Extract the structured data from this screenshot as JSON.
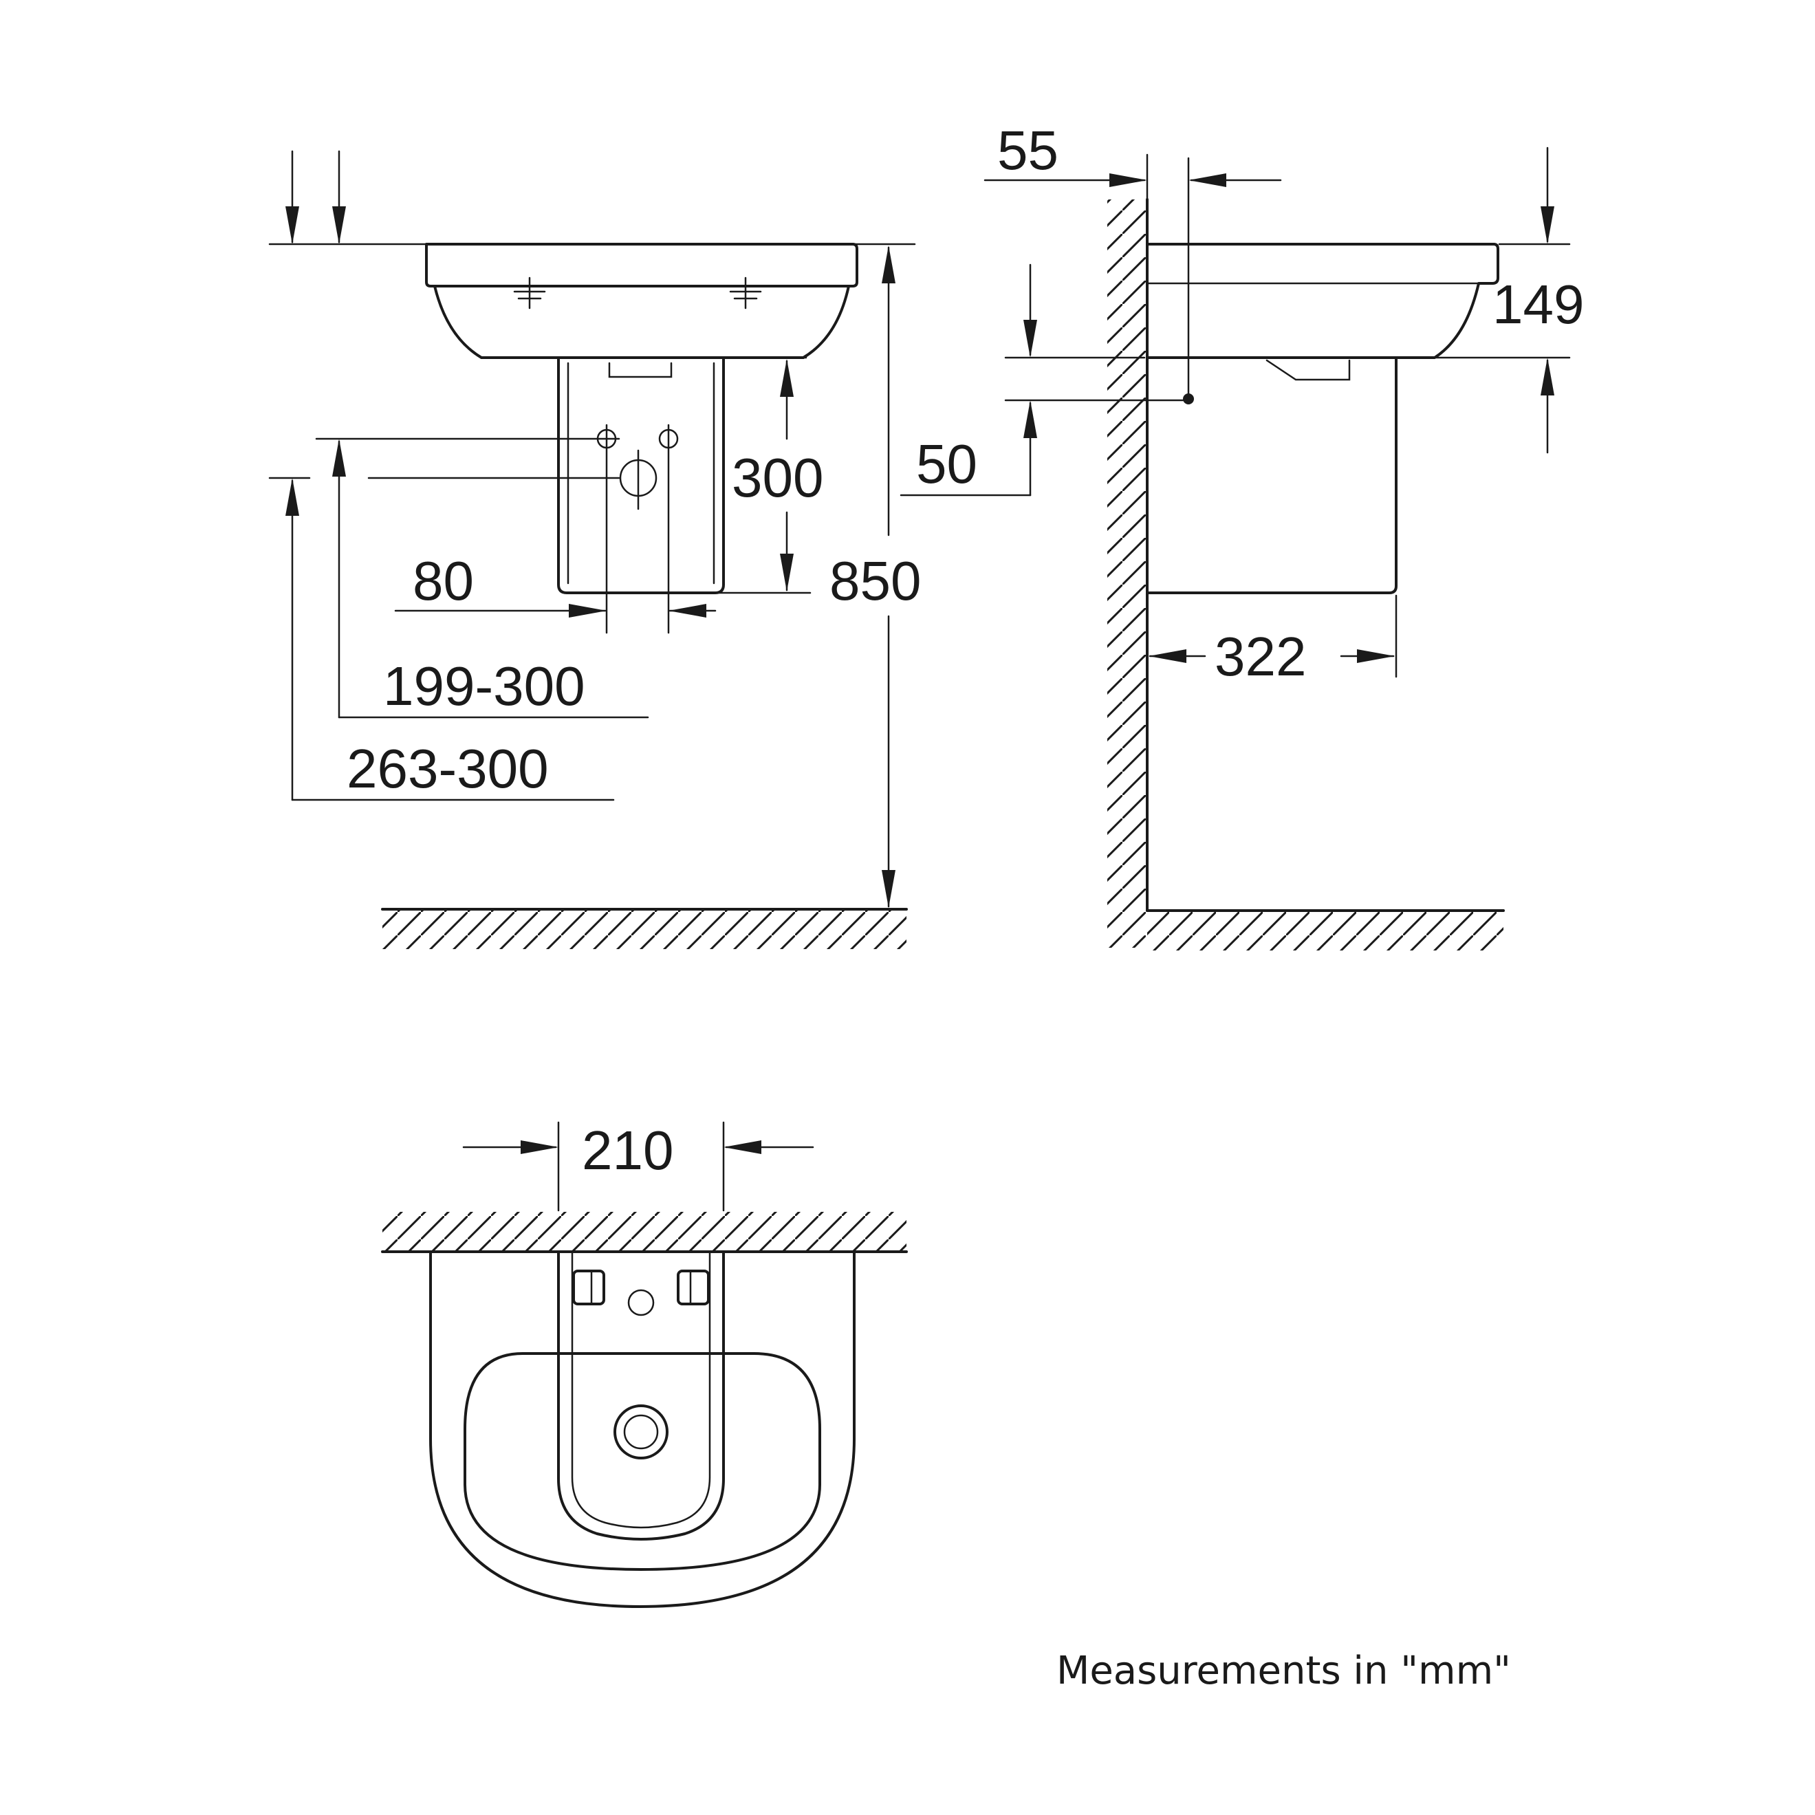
{
  "dimensions": {
    "wall_offset": "55",
    "basin_depth": "149",
    "pedestal_height": "300",
    "pipe_spacing": "80",
    "total_height": "850",
    "trap_offset": "50",
    "pedestal_depth": "322",
    "upper_range": "199-300",
    "lower_range": "263-300",
    "pedestal_width": "210"
  },
  "note": "Measurements in \"mm\""
}
